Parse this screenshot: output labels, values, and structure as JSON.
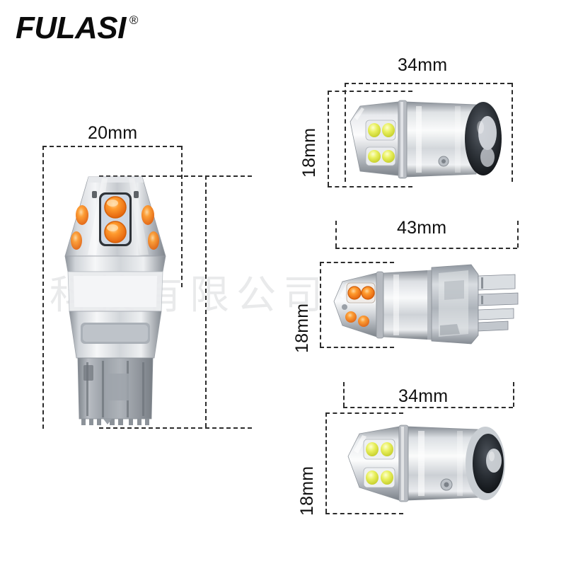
{
  "brand": {
    "name": "FULASI",
    "registered_mark": "®"
  },
  "watermark": {
    "text": "科技有限公司"
  },
  "background_color": "#ffffff",
  "colors": {
    "dimension_line": "#2c2c2c",
    "label_text": "#101010",
    "led_amber": "#f4761a",
    "led_amber_light": "#ffb347",
    "led_white": "#e8ef6a",
    "metal_light": "#f2f3f5",
    "metal_mid": "#c9ccd1",
    "metal_dark": "#8f949b",
    "base_dark": "#2b2f33"
  },
  "panels": [
    {
      "id": "main-bulb-t20",
      "position": "left",
      "bulb_type": "T20 wedge (7443) amber LED bulb",
      "led_color": "amber",
      "dimensions": {
        "width": {
          "label": "20mm",
          "orientation": "horizontal"
        },
        "height": {
          "label": "",
          "orientation": "vertical"
        }
      }
    },
    {
      "id": "bulb-bay15d",
      "position": "top-right",
      "bulb_type": "BAY15D (1157) white LED bulb",
      "led_color": "white",
      "dimensions": {
        "length": {
          "label": "34mm",
          "orientation": "horizontal"
        },
        "diameter": {
          "label": "18mm",
          "orientation": "vertical"
        }
      }
    },
    {
      "id": "bulb-3157-wedge",
      "position": "middle-right",
      "bulb_type": "3157 wedge amber LED bulb",
      "led_color": "amber",
      "dimensions": {
        "length": {
          "label": "43mm",
          "orientation": "horizontal"
        },
        "diameter": {
          "label": "18mm",
          "orientation": "vertical"
        }
      }
    },
    {
      "id": "bulb-ba15s",
      "position": "bottom-right",
      "bulb_type": "BA15S (1156) white LED bulb",
      "led_color": "white",
      "dimensions": {
        "length": {
          "label": "34mm",
          "orientation": "horizontal"
        },
        "diameter": {
          "label": "18mm",
          "orientation": "vertical"
        }
      }
    }
  ]
}
